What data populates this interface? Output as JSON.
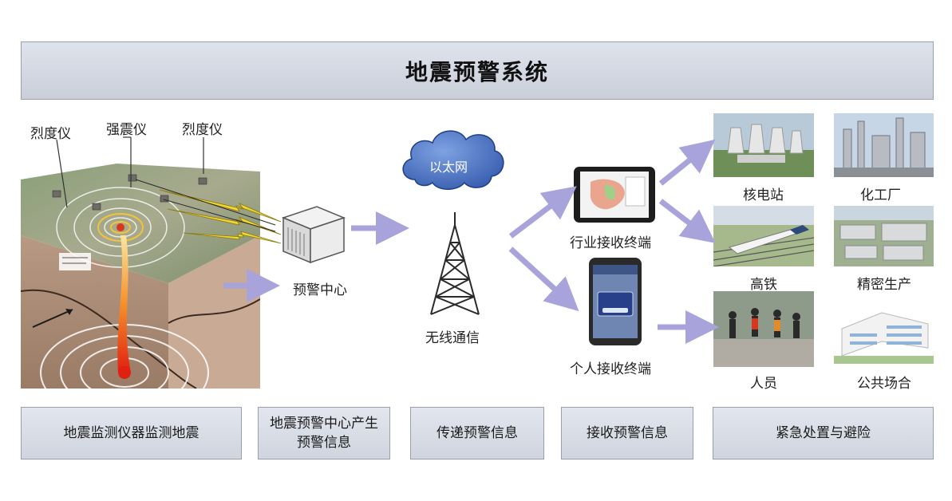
{
  "title": "地震预警系统",
  "instruments": {
    "left": "烈度仪",
    "middle": "强震仪",
    "right": "烈度仪"
  },
  "center_label": "预警中心",
  "cloud_label": "以太网",
  "tower_label": "无线通信",
  "terminals": {
    "industry": "行业接收终端",
    "personal": "个人接收终端"
  },
  "targets": {
    "nuclear": "核电站",
    "chemical": "化工厂",
    "rail": "高铁",
    "precision": "精密生产",
    "people": "人员",
    "public": "公共场合"
  },
  "stages": [
    "地震监测仪器监测地震",
    "地震预警中心产生预警信息",
    "传递预警信息",
    "接收预警信息",
    "紧急处置与避险"
  ],
  "colors": {
    "arrow": "#a9a3dc",
    "accent_red": "#d9361f",
    "cloud": "#3d63b8"
  }
}
